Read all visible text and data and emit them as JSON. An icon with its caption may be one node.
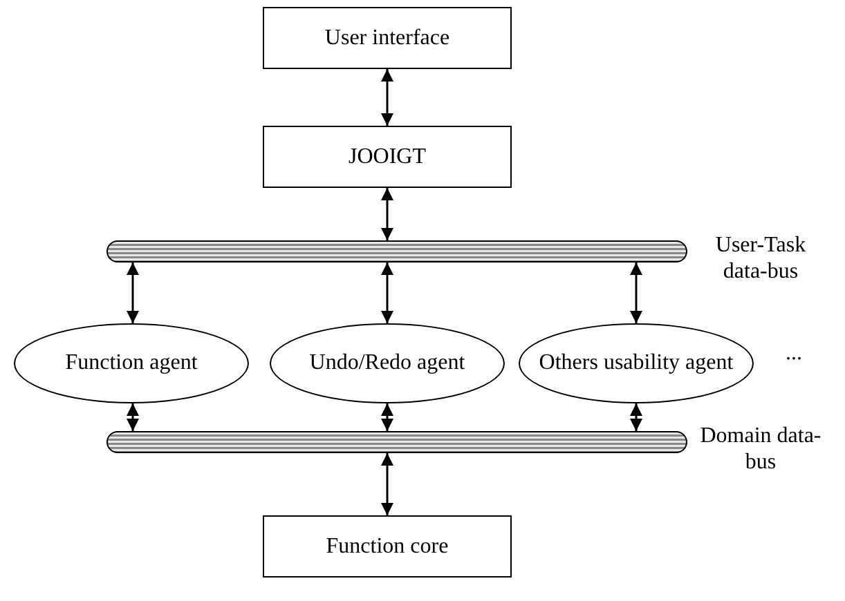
{
  "diagram": {
    "nodes": [
      {
        "text": [
          "User interface"
        ]
      },
      {
        "text": [
          "JOOIGT"
        ]
      },
      {
        "text": [],
        "shape": "bar",
        "beside": [
          "User-Task data-bus"
        ]
      },
      {
        "text": [
          "Function agent"
        ]
      },
      {
        "text": [
          "Undo/Redo agent"
        ]
      },
      {
        "text": [
          "Others usability agent"
        ]
      },
      {
        "text": [],
        "shape": "bar",
        "beside": [
          "Domain data-bus"
        ]
      },
      {
        "text": [
          "Function core"
        ]
      }
    ],
    "edges": [
      {
        "from": 0,
        "to": 1,
        "arrow": "both"
      },
      {
        "from": 1,
        "to": 2,
        "arrow": "both"
      },
      {
        "from": 2,
        "to": 3,
        "arrow": "both"
      },
      {
        "from": 2,
        "to": 4,
        "arrow": "both"
      },
      {
        "from": 2,
        "to": 5,
        "arrow": "both"
      },
      {
        "from": 3,
        "to": 6,
        "arrow": "both"
      },
      {
        "from": 4,
        "to": 6,
        "arrow": "both"
      },
      {
        "from": 5,
        "to": 6,
        "arrow": "both"
      },
      {
        "from": 6,
        "to": 7,
        "arrow": "both"
      }
    ],
    "labels": [
      "..."
    ]
  }
}
